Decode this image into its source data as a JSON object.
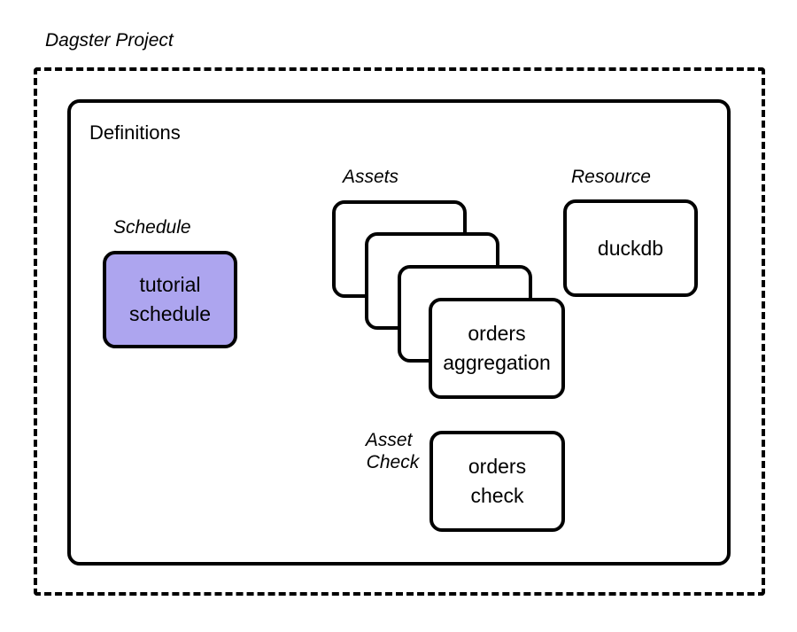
{
  "diagram": {
    "title": "Dagster Project",
    "background": "#ffffff",
    "stroke_color": "#000000",
    "accent_color": "#ada5ef",
    "arrow_color": "#3b414f",
    "containers": {
      "project": {
        "label": "Dagster Project",
        "style": "dashed"
      },
      "definitions": {
        "label": "Definitions",
        "style": "solid"
      }
    },
    "groups": {
      "schedule": {
        "label": "Schedule"
      },
      "assets": {
        "label": "Assets"
      },
      "resource": {
        "label": "Resource"
      },
      "asset_check": {
        "label": "Asset\nCheck",
        "line1": "Asset",
        "line2": "Check"
      }
    },
    "nodes": {
      "schedule": {
        "line1": "tutorial",
        "line2": "schedule",
        "fill": "#ada5ef"
      },
      "asset_card_1": {
        "line1": "",
        "line2": "",
        "fill": "#ffffff"
      },
      "asset_card_2": {
        "line1": "",
        "line2": "",
        "fill": "#ffffff"
      },
      "asset_card_3": {
        "line1": "",
        "line2": "",
        "fill": "#ffffff"
      },
      "asset_card_4": {
        "line1": "orders",
        "line2": "aggregation",
        "fill": "#ffffff"
      },
      "resource": {
        "line1": "duckdb",
        "line2": "",
        "fill": "#ffffff"
      },
      "asset_check": {
        "line1": "orders",
        "line2": "check",
        "fill": "#ffffff"
      }
    },
    "edges": [
      {
        "from": "schedule",
        "to": "assets",
        "style": "solid-arrow"
      },
      {
        "from": "asset_card_1",
        "to": "resource",
        "style": "dashed"
      },
      {
        "from": "asset_card_2",
        "to": "resource",
        "style": "dashed"
      },
      {
        "from": "asset_card_3",
        "to": "resource",
        "style": "dashed"
      },
      {
        "from": "asset_card_4",
        "to": "resource",
        "style": "dashed"
      },
      {
        "from": "asset_card_4",
        "to": "asset_check",
        "style": "dashed"
      },
      {
        "from": "resource",
        "to": "asset_check",
        "style": "dashed"
      }
    ]
  }
}
